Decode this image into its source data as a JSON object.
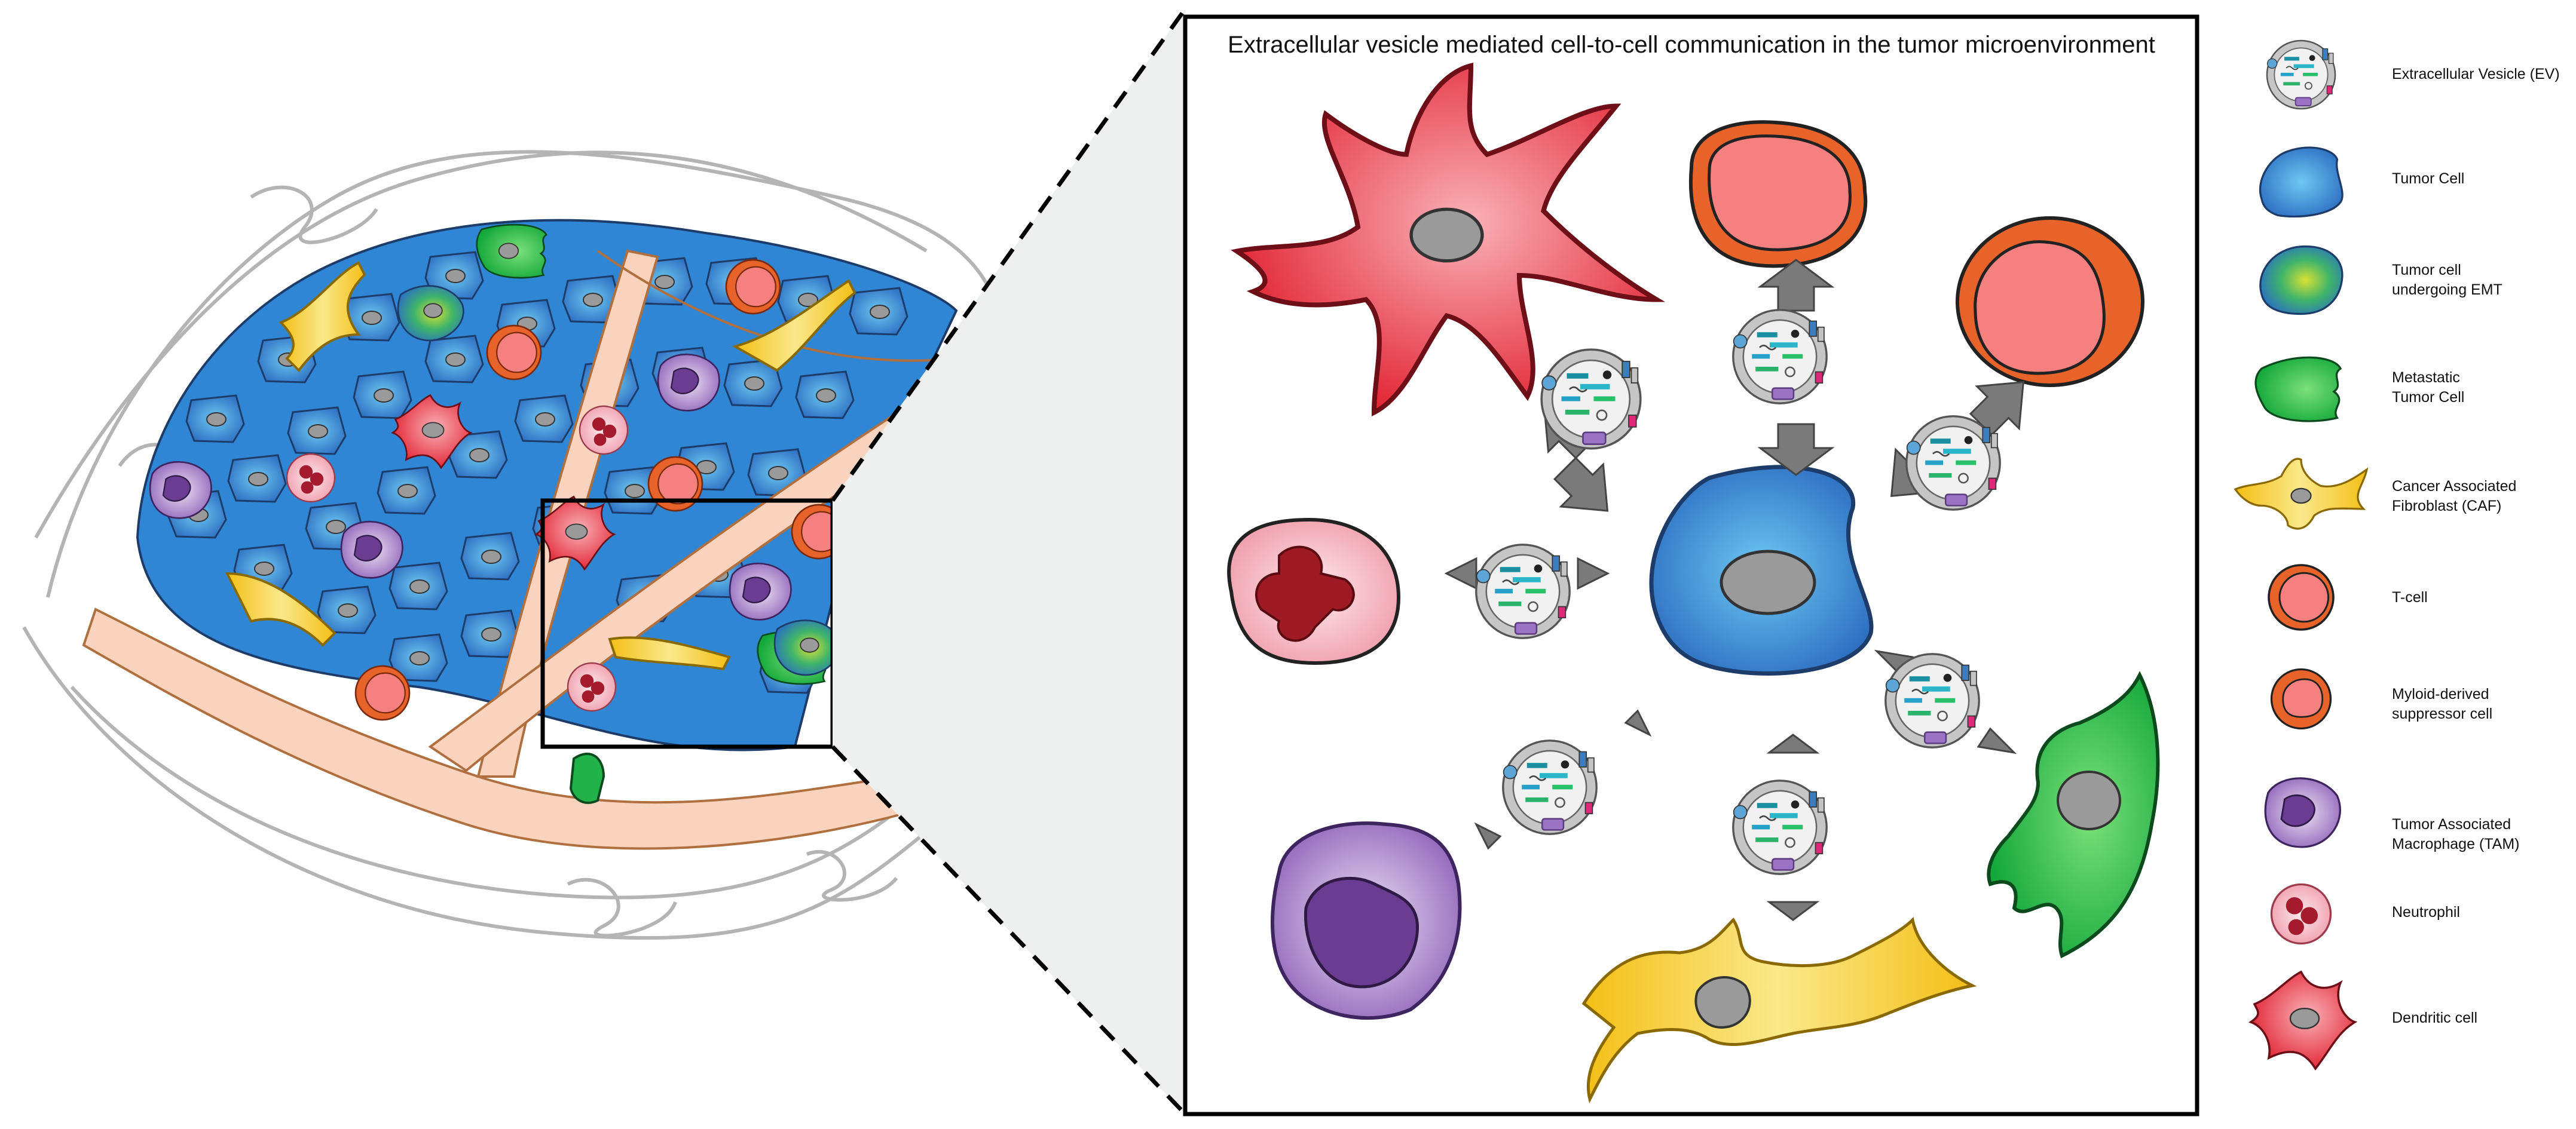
{
  "panel_title": "Extracellular vesicle mediated cell-to-cell communication in the tumor microenvironment",
  "legend": [
    {
      "lines": [
        "Extracellular Vesicle (EV)"
      ],
      "icon": "ev-icon"
    },
    {
      "lines": [
        "Tumor Cell"
      ],
      "icon": "tumor-cell-icon"
    },
    {
      "lines": [
        "Tumor cell",
        "undergoing EMT"
      ],
      "icon": "emt-tumor-cell-icon"
    },
    {
      "lines": [
        "Metastatic",
        "Tumor Cell"
      ],
      "icon": "metastatic-cell-icon"
    },
    {
      "lines": [
        "Cancer Associated",
        "Fibroblast (CAF)"
      ],
      "icon": "caf-icon"
    },
    {
      "lines": [
        "T-cell"
      ],
      "icon": "t-cell-icon"
    },
    {
      "lines": [
        "Myloid-derived",
        "suppressor cell"
      ],
      "icon": "mdsc-icon"
    },
    {
      "lines": [
        "Tumor Associated",
        "Macrophage (TAM)"
      ],
      "icon": "tam-icon"
    },
    {
      "lines": [
        "Neutrophil"
      ],
      "icon": "neutrophil-icon"
    },
    {
      "lines": [
        "Dendritic cell"
      ],
      "icon": "dendritic-cell-icon"
    }
  ],
  "colors": {
    "tumor": "#3f8fd6",
    "emt": "#2fae6a",
    "metastatic": "#22b24a",
    "caf": "#f5c524",
    "tcell": "#e8632a",
    "tcell_inner": "#f58080",
    "tam": "#8a5bb0",
    "neutrophil": "#f4a9b5",
    "dendritic": "#e1202f",
    "vessel": "#f9d3bd",
    "ev_shell": "#b8b8b8",
    "arrow": "#777777"
  }
}
